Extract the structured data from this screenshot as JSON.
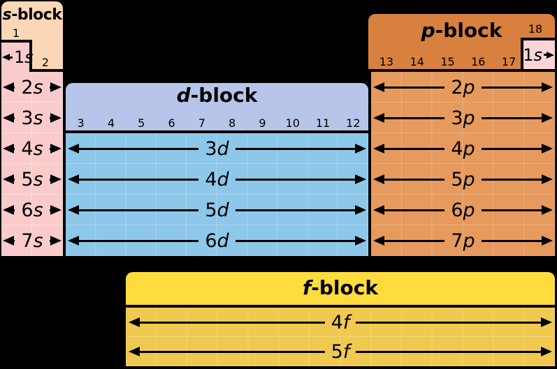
{
  "colors": {
    "background": "#000000",
    "border": "#000000",
    "text": "#000000",
    "s_header": "#FAD7B6",
    "s_body": "#FACBCB",
    "he_box": "#FBD4D4",
    "d_header": "#B6C5E9",
    "d_body": "#8DC7E9",
    "p_header": "#D8813E",
    "p_body": "#E69A5D",
    "f_header": "#FFDC3E",
    "f_body": "#F0C950"
  },
  "blocks": {
    "s": {
      "title": {
        "letter": "s",
        "suffix": "-block"
      },
      "groups": [
        "1",
        "2"
      ],
      "cell_1s": {
        "num": "1",
        "letter": "s"
      },
      "rows": [
        {
          "num": "2",
          "letter": "s"
        },
        {
          "num": "3",
          "letter": "s"
        },
        {
          "num": "4",
          "letter": "s"
        },
        {
          "num": "5",
          "letter": "s"
        },
        {
          "num": "6",
          "letter": "s"
        },
        {
          "num": "7",
          "letter": "s"
        }
      ]
    },
    "d": {
      "title": {
        "letter": "d",
        "suffix": "-block"
      },
      "groups": [
        "3",
        "4",
        "5",
        "6",
        "7",
        "8",
        "9",
        "10",
        "11",
        "12"
      ],
      "rows": [
        {
          "num": "3",
          "letter": "d"
        },
        {
          "num": "4",
          "letter": "d"
        },
        {
          "num": "5",
          "letter": "d"
        },
        {
          "num": "6",
          "letter": "d"
        }
      ]
    },
    "p": {
      "title": {
        "letter": "p",
        "suffix": "-block"
      },
      "groups": [
        "13",
        "14",
        "15",
        "16",
        "17",
        "18"
      ],
      "cell_1s": {
        "num": "1",
        "letter": "s"
      },
      "rows": [
        {
          "num": "2",
          "letter": "p"
        },
        {
          "num": "3",
          "letter": "p"
        },
        {
          "num": "4",
          "letter": "p"
        },
        {
          "num": "5",
          "letter": "p"
        },
        {
          "num": "6",
          "letter": "p"
        },
        {
          "num": "7",
          "letter": "p"
        }
      ]
    },
    "f": {
      "title": {
        "letter": "f",
        "suffix": "-block"
      },
      "rows": [
        {
          "num": "4",
          "letter": "f"
        },
        {
          "num": "5",
          "letter": "f"
        }
      ]
    }
  }
}
